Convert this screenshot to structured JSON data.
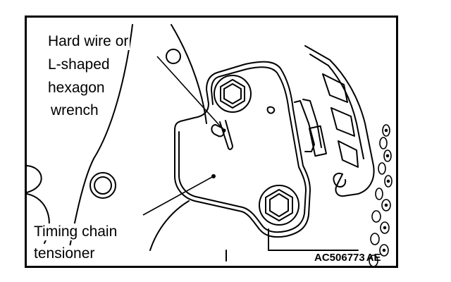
{
  "labels": {
    "tool_line1": "Hard wire or",
    "tool_line2": "L-shaped",
    "tool_line3": "hexagon",
    "tool_line4": "wrench",
    "part_line1": "Timing chain",
    "part_line2": "tensioner"
  },
  "figure_code": "AC506773",
  "figure_suffix": "AE"
}
